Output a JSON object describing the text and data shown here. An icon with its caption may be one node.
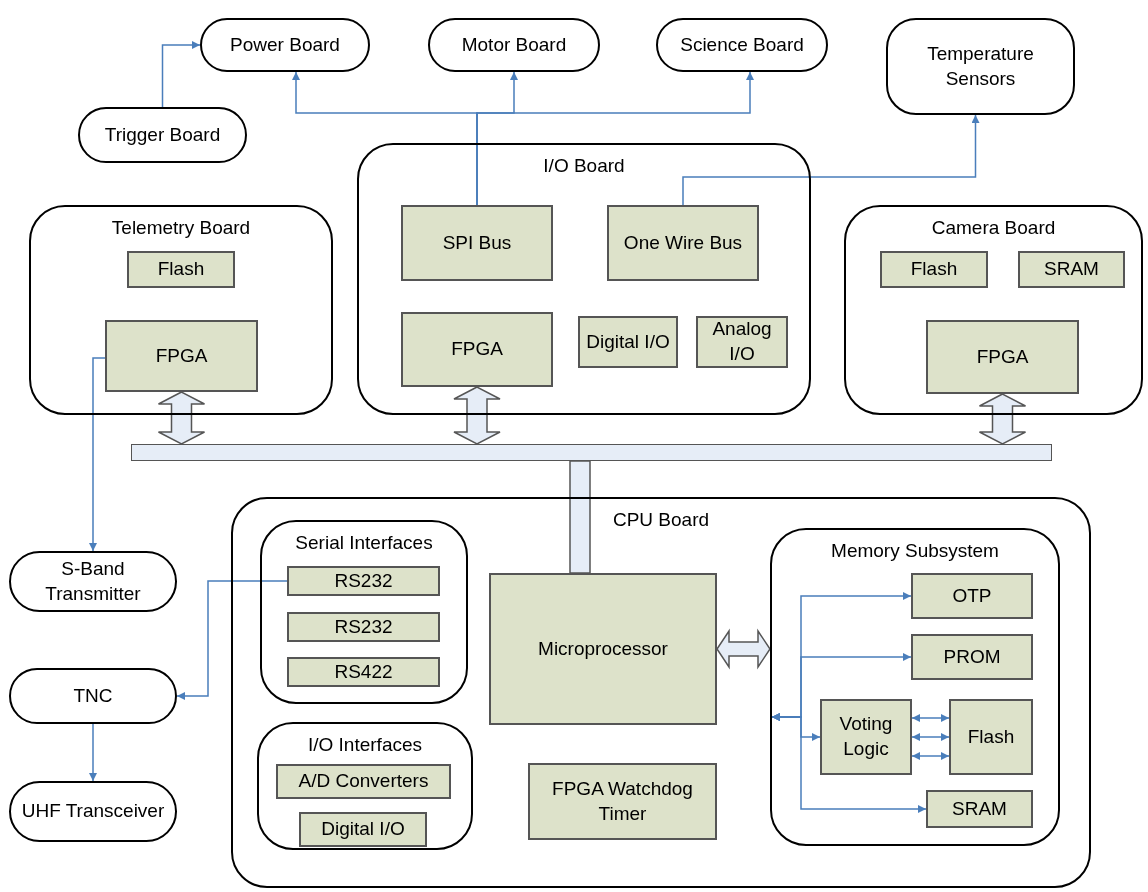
{
  "diagram": {
    "nodes": [
      {
        "text": [
          "Power Board"
        ]
      },
      {
        "text": [
          "Motor Board"
        ]
      },
      {
        "text": [
          "Science Board"
        ]
      },
      {
        "text": [
          "Temperature Sensors"
        ]
      },
      {
        "text": [
          "Trigger Board"
        ]
      },
      {
        "text": [
          "Telemetry Board"
        ]
      },
      {
        "text": [
          "Flash"
        ],
        "in": 5
      },
      {
        "text": [
          "FPGA"
        ],
        "in": 5
      },
      {
        "text": [
          "I/O Board"
        ]
      },
      {
        "text": [
          "SPI Bus"
        ],
        "in": 8
      },
      {
        "text": [
          "One Wire Bus"
        ],
        "in": 8
      },
      {
        "text": [
          "FPGA"
        ],
        "in": 8
      },
      {
        "text": [
          "Digital I/O"
        ],
        "in": 8
      },
      {
        "text": [
          "Analog I/O"
        ],
        "in": 8
      },
      {
        "text": [
          "Camera Board"
        ]
      },
      {
        "text": [
          "Flash"
        ],
        "in": 14
      },
      {
        "text": [
          "SRAM"
        ],
        "in": 14
      },
      {
        "text": [
          "FPGA"
        ],
        "in": 14
      },
      {
        "text": [],
        "shape": "bar"
      },
      {
        "text": [
          "CPU Board"
        ]
      },
      {
        "text": [
          "Serial Interfaces"
        ],
        "in": 19
      },
      {
        "text": [
          "RS232"
        ],
        "in": 20
      },
      {
        "text": [
          "RS232"
        ],
        "in": 20
      },
      {
        "text": [
          "RS422"
        ],
        "in": 20
      },
      {
        "text": [
          "I/O Interfaces"
        ],
        "in": 19
      },
      {
        "text": [
          "A/D Converters"
        ],
        "in": 24
      },
      {
        "text": [
          "Digital I/O"
        ],
        "in": 24
      },
      {
        "text": [
          "Microprocessor"
        ],
        "in": 19
      },
      {
        "text": [
          "FPGA Watchdog Timer"
        ],
        "in": 19
      },
      {
        "text": [
          "Memory Subsystem"
        ],
        "in": 19
      },
      {
        "text": [
          "OTP"
        ],
        "in": 29
      },
      {
        "text": [
          "PROM"
        ],
        "in": 29
      },
      {
        "text": [
          "Voting Logic"
        ],
        "in": 29
      },
      {
        "text": [
          "Flash"
        ],
        "in": 29
      },
      {
        "text": [
          "SRAM"
        ],
        "in": 29
      },
      {
        "text": [
          "S-Band Transmitter"
        ]
      },
      {
        "text": [
          "TNC"
        ]
      },
      {
        "text": [
          "UHF Transceiver"
        ]
      }
    ],
    "edges": [
      {
        "from": 4,
        "to": 0,
        "arrow": "to"
      },
      {
        "from": 9,
        "to": 0,
        "arrow": "to"
      },
      {
        "from": 9,
        "to": 1,
        "arrow": "to"
      },
      {
        "from": 9,
        "to": 2,
        "arrow": "to"
      },
      {
        "from": 10,
        "to": 3,
        "arrow": "to"
      },
      {
        "from": 7,
        "to": 35,
        "arrow": "to"
      },
      {
        "from": 7,
        "to": 18,
        "arrow": "both",
        "style": "thick",
        "color": "#e6edf7"
      },
      {
        "from": 11,
        "to": 18,
        "arrow": "both",
        "style": "thick",
        "color": "#e6edf7"
      },
      {
        "from": 17,
        "to": 18,
        "arrow": "both",
        "style": "thick",
        "color": "#e6edf7"
      },
      {
        "from": 18,
        "to": 27,
        "arrow": "none",
        "style": "thick",
        "color": "#e6edf7"
      },
      {
        "from": 27,
        "to": 29,
        "arrow": "both",
        "style": "thick",
        "color": "#e6edf7"
      },
      {
        "from": 21,
        "to": 36,
        "arrow": "to"
      },
      {
        "from": 36,
        "to": 37,
        "arrow": "to"
      },
      {
        "from": 29,
        "to": 30,
        "arrow": "both"
      },
      {
        "from": 29,
        "to": 31,
        "arrow": "both"
      },
      {
        "from": 29,
        "to": 32,
        "arrow": "both"
      },
      {
        "from": 29,
        "to": 34,
        "arrow": "both"
      },
      {
        "from": 32,
        "to": 33,
        "arrow": "both"
      },
      {
        "from": 32,
        "to": 33,
        "arrow": "both"
      },
      {
        "from": 32,
        "to": 33,
        "arrow": "both"
      }
    ]
  }
}
